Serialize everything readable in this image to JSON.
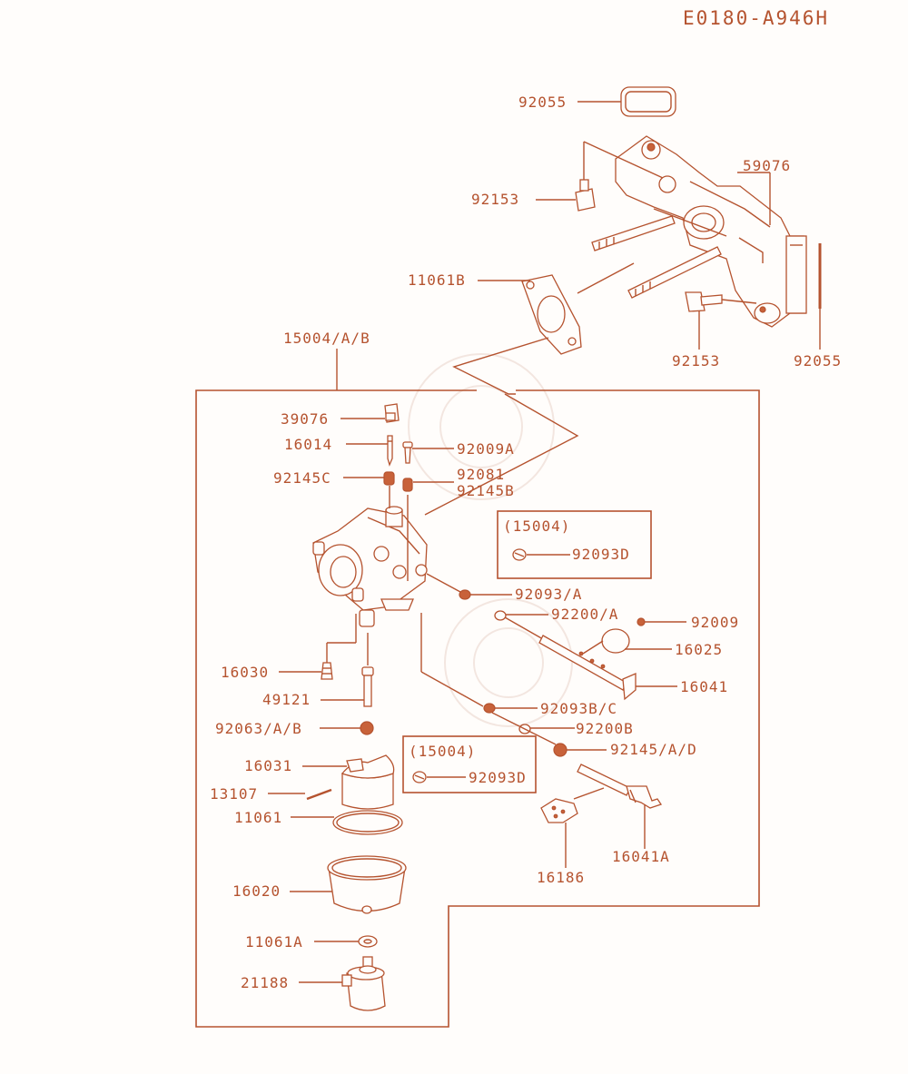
{
  "diagram_code": "E0180-A946H",
  "colors": {
    "line": "#b5532f",
    "background": "#fffdfb"
  },
  "labels": {
    "p92055_top": "92055",
    "p59076": "59076",
    "p92153_top": "92153",
    "p11061B": "11061B",
    "p92153_bot": "92153",
    "p92055_right": "92055",
    "p15004AB": "15004/A/B",
    "p39076": "39076",
    "p16014": "16014",
    "p92009A": "92009A",
    "p92145C": "92145C",
    "p92081": "92081",
    "p92145B": "92145B",
    "box1_title": "(15004)",
    "box1_part": "92093D",
    "p92093A": "92093/A",
    "p92200A": "92200/A",
    "p92009": "92009",
    "p16025": "16025",
    "p16041": "16041",
    "p16030": "16030",
    "p49121": "49121",
    "p92063AB": "92063/A/B",
    "p92093BC": "92093B/C",
    "p92200B": "92200B",
    "p92145AD": "92145/A/D",
    "box2_title": "(15004)",
    "box2_part": "92093D",
    "p16031": "16031",
    "p13107": "13107",
    "p11061": "11061",
    "p16041A": "16041A",
    "p16186": "16186",
    "p16020": "16020",
    "p11061A": "11061A",
    "p21188": "21188"
  }
}
